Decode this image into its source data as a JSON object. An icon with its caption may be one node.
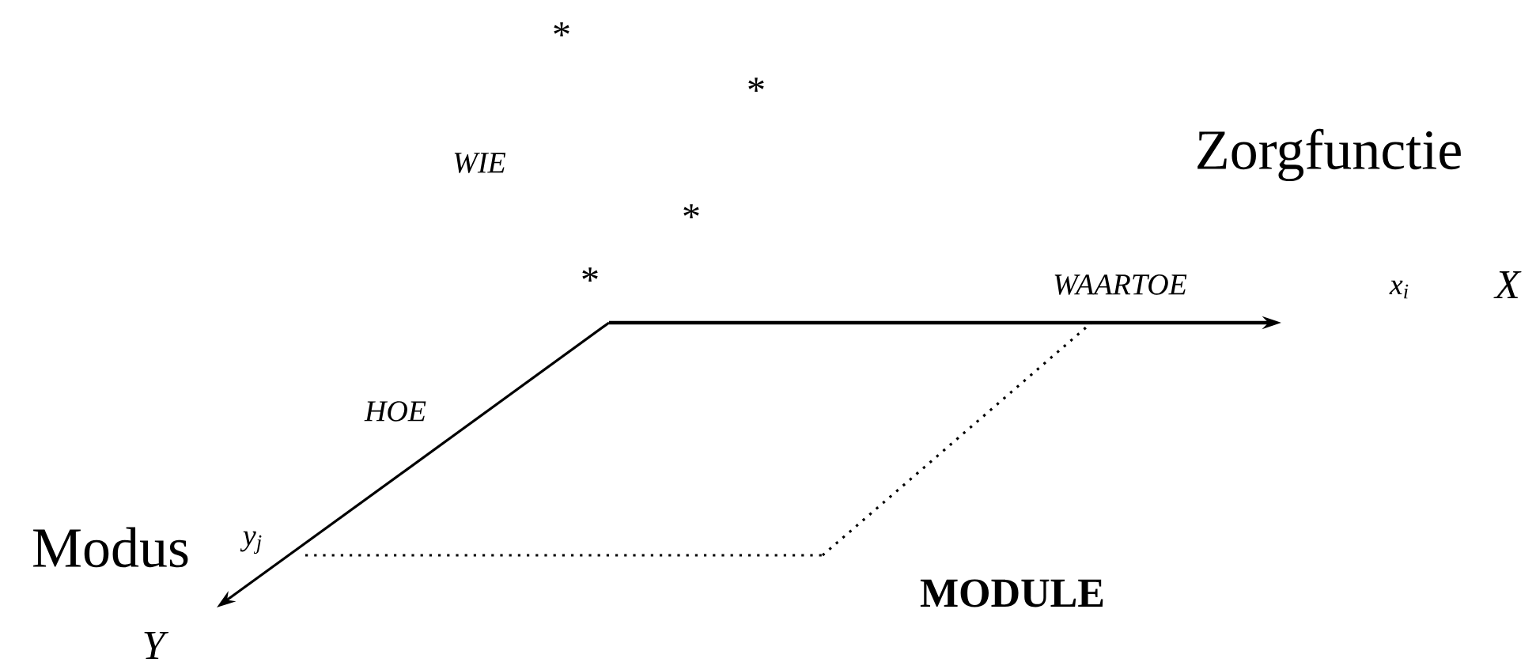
{
  "diagram": {
    "labels": [
      "*",
      "*",
      "WIE",
      "Zorgfunctie",
      "*",
      "*",
      "WAARTOE",
      "x$_{i}$",
      "X",
      "HOE",
      "Modus",
      "y$_{j}$",
      "MODULE",
      "Y"
    ]
  }
}
